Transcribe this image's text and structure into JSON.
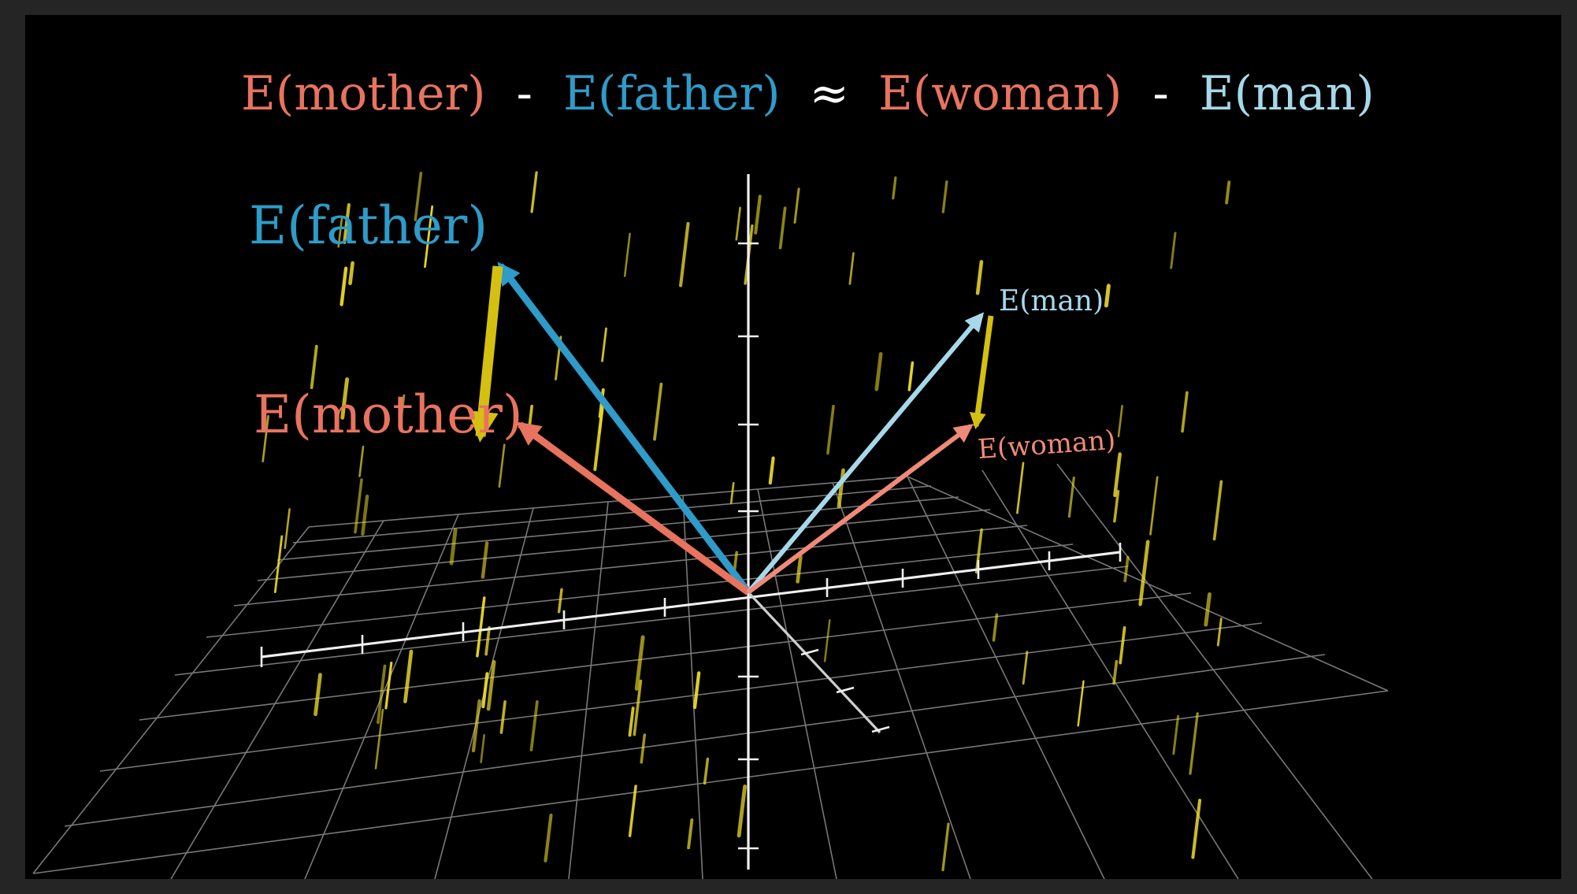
{
  "colors": {
    "mother": "#E8735E",
    "father": "#2E9BC9",
    "woman": "#F08A78",
    "man": "#A6D8EA",
    "difference": "#D4C010",
    "rain": "#F2E02A",
    "axis": "#F0F0F0",
    "grid": "#9A9A9A",
    "background": "#000000",
    "operator": "#FFFFFF"
  },
  "equation": {
    "mother": "E(mother)",
    "minus1": "-",
    "father": "E(father)",
    "approx": "≈",
    "woman": "E(woman)",
    "minus2": "-",
    "man": "E(man)"
  },
  "labels": {
    "father": "E(father)",
    "mother": "E(mother)",
    "man": "E(man)",
    "woman": "E(woman)"
  },
  "icons": {
    "father_arrow": "arrow-icon",
    "mother_arrow": "arrow-icon",
    "man_arrow": "arrow-icon",
    "woman_arrow": "arrow-icon"
  }
}
